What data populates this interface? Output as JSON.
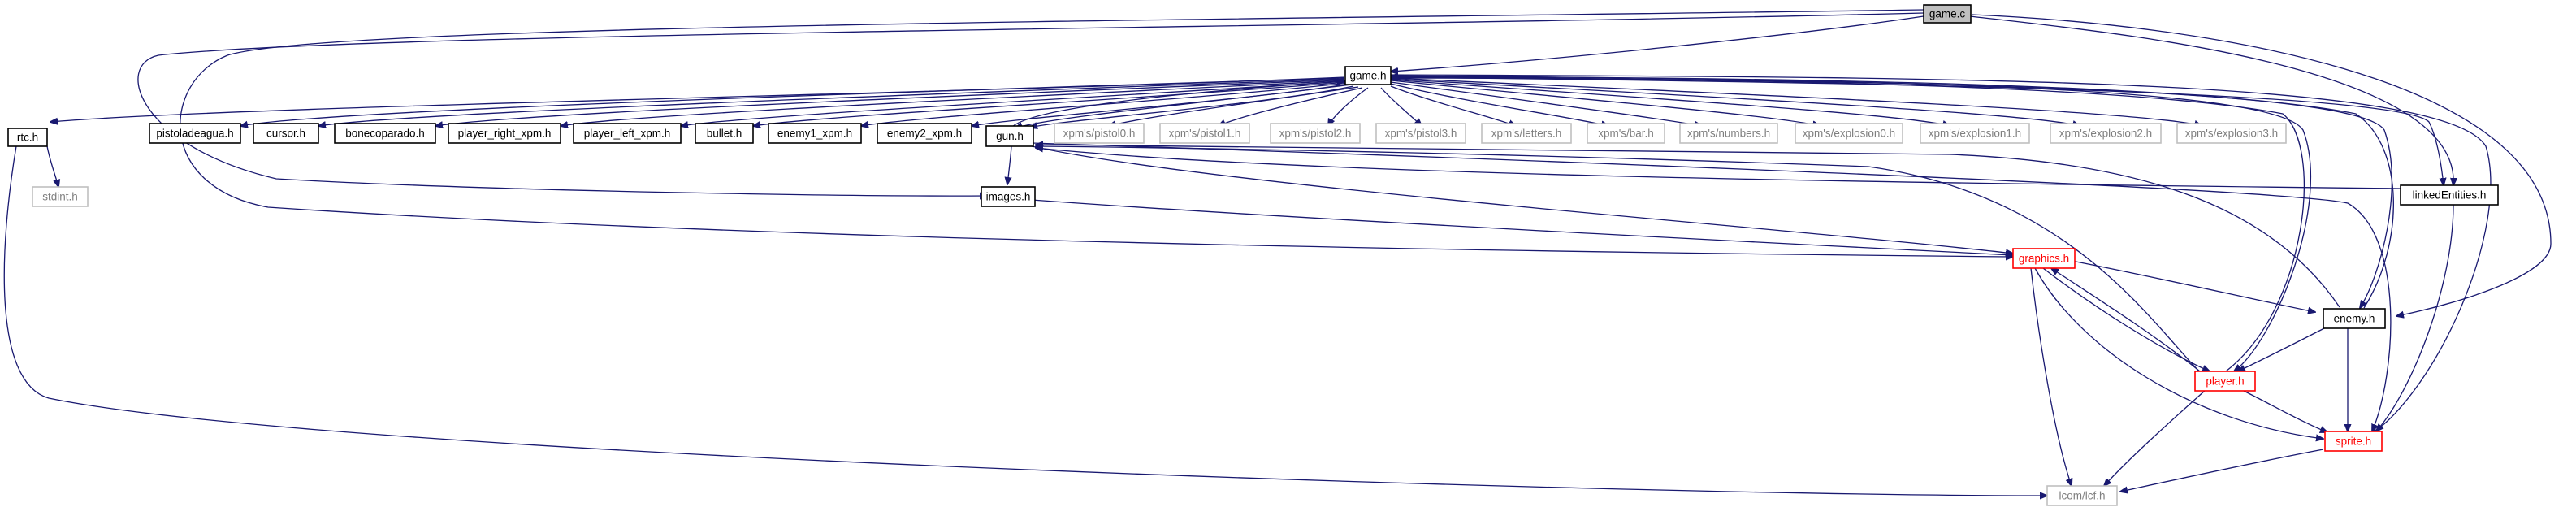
{
  "colors": {
    "edge": "#191970",
    "node_border_default": "#000000",
    "node_border_missing": "#bfbfbf",
    "node_border_partial": "#ff0000",
    "node_text_default": "#000000",
    "node_text_missing": "#7f7f7f",
    "root_fill": "#bfbfbf",
    "node_fill": "#ffffff"
  },
  "nodes": [
    {
      "id": "game_c",
      "label": "game.c",
      "style": "root"
    },
    {
      "id": "game_h",
      "label": "game.h",
      "style": "normal"
    },
    {
      "id": "rtc_h",
      "label": "rtc.h",
      "style": "normal"
    },
    {
      "id": "pistoladeagua_h",
      "label": "pistoladeagua.h",
      "style": "normal"
    },
    {
      "id": "cursor_h",
      "label": "cursor.h",
      "style": "normal"
    },
    {
      "id": "bonecoparado_h",
      "label": "bonecoparado.h",
      "style": "normal"
    },
    {
      "id": "player_right_xpm_h",
      "label": "player_right_xpm.h",
      "style": "normal"
    },
    {
      "id": "player_left_xpm_h",
      "label": "player_left_xpm.h",
      "style": "normal"
    },
    {
      "id": "bullet_h",
      "label": "bullet.h",
      "style": "normal"
    },
    {
      "id": "enemy1_xpm_h",
      "label": "enemy1_xpm.h",
      "style": "normal"
    },
    {
      "id": "enemy2_xpm_h",
      "label": "enemy2_xpm.h",
      "style": "normal"
    },
    {
      "id": "gun_h",
      "label": "gun.h",
      "style": "normal"
    },
    {
      "id": "pistol0_h",
      "label": "xpm's/pistol0.h",
      "style": "missing"
    },
    {
      "id": "pistol1_h",
      "label": "xpm's/pistol1.h",
      "style": "missing"
    },
    {
      "id": "pistol2_h",
      "label": "xpm's/pistol2.h",
      "style": "missing"
    },
    {
      "id": "pistol3_h",
      "label": "xpm's/pistol3.h",
      "style": "missing"
    },
    {
      "id": "letters_h",
      "label": "xpm's/letters.h",
      "style": "missing"
    },
    {
      "id": "bar_h",
      "label": "xpm's/bar.h",
      "style": "missing"
    },
    {
      "id": "numbers_h",
      "label": "xpm's/numbers.h",
      "style": "missing"
    },
    {
      "id": "explosion0_h",
      "label": "xpm's/explosion0.h",
      "style": "missing"
    },
    {
      "id": "explosion1_h",
      "label": "xpm's/explosion1.h",
      "style": "missing"
    },
    {
      "id": "explosion2_h",
      "label": "xpm's/explosion2.h",
      "style": "missing"
    },
    {
      "id": "explosion3_h",
      "label": "xpm's/explosion3.h",
      "style": "missing"
    },
    {
      "id": "stdint_h",
      "label": "stdint.h",
      "style": "missing"
    },
    {
      "id": "images_h",
      "label": "images.h",
      "style": "normal"
    },
    {
      "id": "linkedEntities_h",
      "label": "linkedEntities.h",
      "style": "normal"
    },
    {
      "id": "graphics_h",
      "label": "graphics.h",
      "style": "partial"
    },
    {
      "id": "enemy_h",
      "label": "enemy.h",
      "style": "normal"
    },
    {
      "id": "player_h",
      "label": "player.h",
      "style": "partial"
    },
    {
      "id": "sprite_h",
      "label": "sprite.h",
      "style": "partial"
    },
    {
      "id": "lcf_h",
      "label": "lcom/lcf.h",
      "style": "missing"
    }
  ]
}
